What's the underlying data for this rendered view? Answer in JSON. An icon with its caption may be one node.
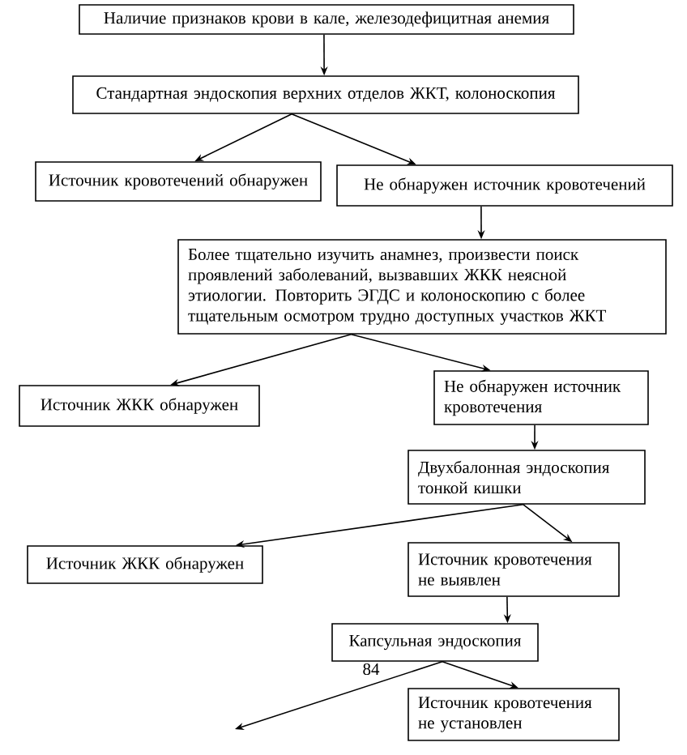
{
  "diagram": {
    "nodes": [
      {
        "text": [
          "Наличие признаков крови в кале, железодефицитная анемия"
        ]
      },
      {
        "text": [
          "Стандартная эндоскопия верхних отделов ЖКТ, колоноскопия"
        ]
      },
      {
        "text": [
          "Источник кровотечений обнаружен"
        ]
      },
      {
        "text": [
          "Не обнаружен источник кровотечений"
        ]
      },
      {
        "text": [
          "Более тщательно изучить анамнез, произвести поиск проявлений заболеваний, вызвавших ЖКК неясной этиологии. Повторить ЭГДС и колоноскопию с более тщательным осмотром трудно доступных участков ЖКТ"
        ]
      },
      {
        "text": [
          "Источник ЖКК обнаружен"
        ]
      },
      {
        "text": [
          "Не обнаружен источник кровотечения"
        ]
      },
      {
        "text": [
          "Двухбалонная эндоскопия тонкой кишки"
        ]
      },
      {
        "text": [
          "Источник ЖКК обнаружен"
        ]
      },
      {
        "text": [
          "Источник кровотечения не выявлен"
        ]
      },
      {
        "text": [
          "Капсульная эндоскопия"
        ]
      },
      {
        "text": [
          "Источник кровотечения не установлен"
        ]
      }
    ],
    "edges": [
      {
        "from": 0,
        "to": 1,
        "arrow": "to"
      },
      {
        "from": 1,
        "to": 2,
        "arrow": "to"
      },
      {
        "from": 1,
        "to": 3,
        "arrow": "to"
      },
      {
        "from": 3,
        "to": 4,
        "arrow": "to"
      },
      {
        "from": 4,
        "to": 5,
        "arrow": "to"
      },
      {
        "from": 4,
        "to": 6,
        "arrow": "to"
      },
      {
        "from": 6,
        "to": 7,
        "arrow": "to"
      },
      {
        "from": 7,
        "to": 8,
        "arrow": "to"
      },
      {
        "from": 7,
        "to": 9,
        "arrow": "to"
      },
      {
        "from": 9,
        "to": 10,
        "arrow": "to"
      },
      {
        "from": 10,
        "to": null,
        "arrow": "to"
      },
      {
        "from": 10,
        "to": 11,
        "arrow": "to"
      }
    ],
    "labels": [
      "84"
    ]
  }
}
